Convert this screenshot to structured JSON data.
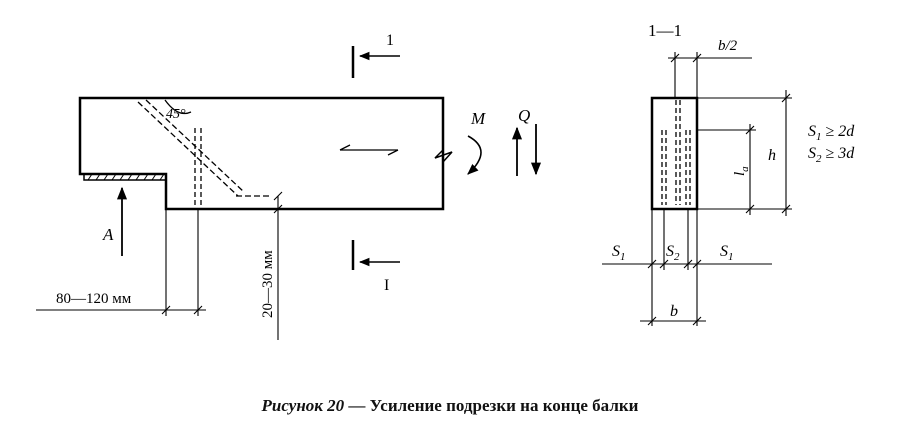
{
  "elevation": {
    "section_mark_top": "1",
    "section_mark_bottom": "I",
    "angle_label": "45°",
    "moment_label": "M",
    "shear_label": "Q",
    "reaction_label": "A",
    "dim_gap": "80—120 мм",
    "dim_offset": "20—30 мм"
  },
  "section": {
    "title": "1—1",
    "dim_half_b": "b/2",
    "dim_b": "b",
    "dim_h": "h",
    "dim_la_main": "l",
    "dim_la_sub": "a",
    "s1_left_main": "S",
    "s1_left_sub": "1",
    "s2_main": "S",
    "s2_sub": "2",
    "s1_right_main": "S",
    "s1_right_sub": "1",
    "rule1_main": "S",
    "rule1_sub": "1",
    "rule1_tail": " ≥ 2d",
    "rule2_main": "S",
    "rule2_sub": "2",
    "rule2_tail": " ≥ 3d"
  },
  "caption": {
    "figure": "Рисунок 20",
    "text": " — Усиление подрезки на конце балки"
  }
}
